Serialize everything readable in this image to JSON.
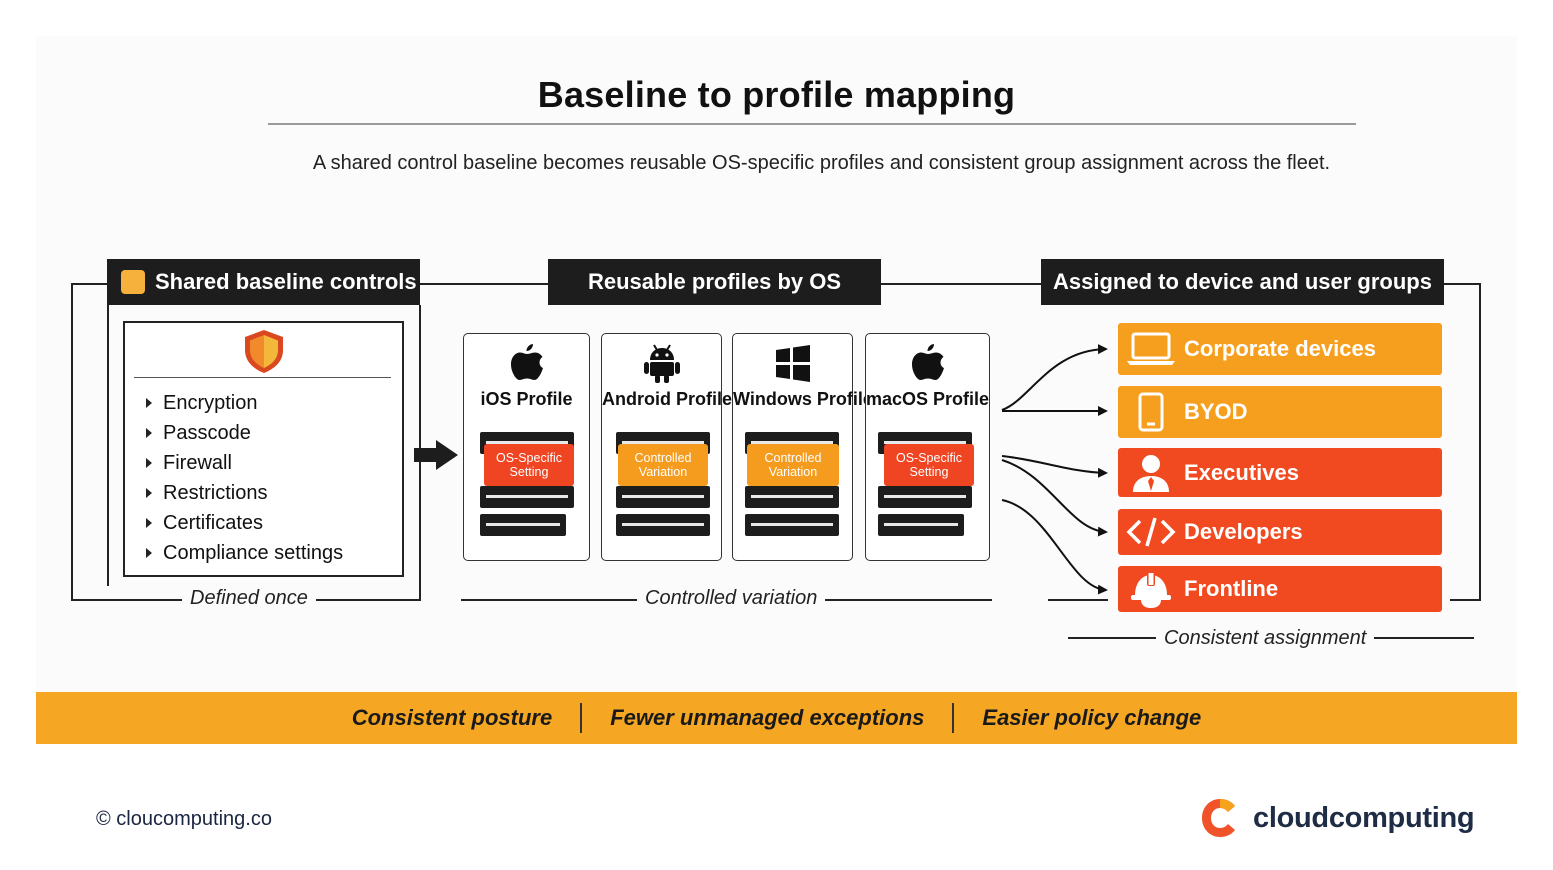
{
  "title": "Baseline to profile mapping",
  "subtitle": "A shared control baseline becomes reusable OS-specific profiles and consistent group assignment across the fleet.",
  "baseline": {
    "header": "Shared baseline controls",
    "items": [
      "Encryption",
      "Passcode",
      "Firewall",
      "Restrictions",
      "Certificates",
      "Compliance settings"
    ],
    "caption": "Defined once"
  },
  "profiles": {
    "header": "Reusable profiles by OS",
    "caption": "Controlled variation",
    "cards": [
      {
        "name": "iOS Profile",
        "icon": "apple-icon",
        "tag": "OS-Specific Setting",
        "tag_color": "#ef4522"
      },
      {
        "name": "Android Profile",
        "icon": "android-icon",
        "tag": "Controlled Variation",
        "tag_color": "#f59c1e"
      },
      {
        "name": "Windows Profile",
        "icon": "windows-icon",
        "tag": "Controlled Variation",
        "tag_color": "#f59c1e"
      },
      {
        "name": "macOS Profile",
        "icon": "apple-icon",
        "tag": "OS-Specific Setting",
        "tag_color": "#ef4522"
      }
    ]
  },
  "groups": {
    "header": "Assigned to device and user groups",
    "caption": "Consistent assignment",
    "items": [
      {
        "label": "Corporate devices",
        "icon": "laptop-icon",
        "color": "#f69f1f"
      },
      {
        "label": "BYOD",
        "icon": "smartphone-icon",
        "color": "#f69f1f"
      },
      {
        "label": "Executives",
        "icon": "person-icon",
        "color": "#f24a20"
      },
      {
        "label": "Developers",
        "icon": "code-icon",
        "color": "#f24a20"
      },
      {
        "label": "Frontline",
        "icon": "hard-hat-icon",
        "color": "#f24a20"
      }
    ]
  },
  "benefits": [
    "Consistent posture",
    "Fewer unmanaged exceptions",
    "Easier policy change"
  ],
  "footer": {
    "copyright": "© cloucomputing.co",
    "brand": "cloudcomputing"
  },
  "colors": {
    "dark": "#1d1d1d",
    "orange": "#f5a623",
    "red": "#ef4522"
  }
}
